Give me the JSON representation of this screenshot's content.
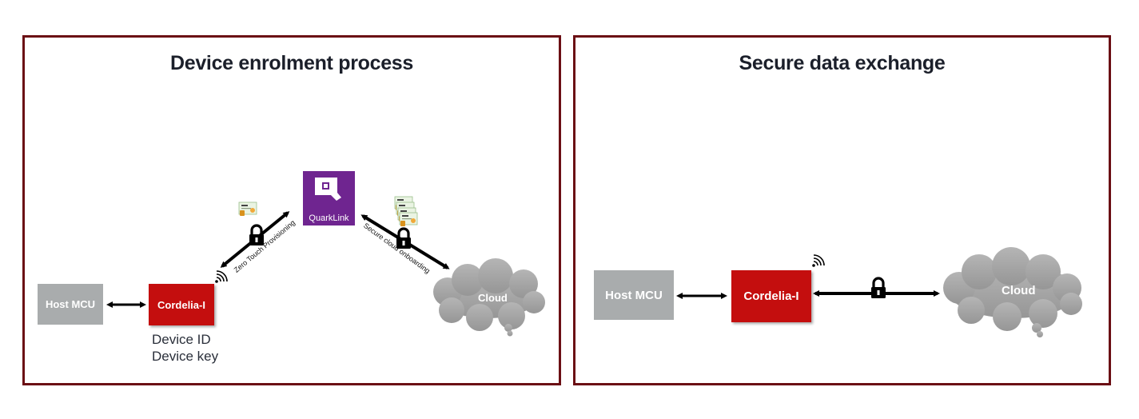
{
  "panels": {
    "enrolment": {
      "title": "Device enrolment process",
      "host_mcu": "Host MCU",
      "cordelia": "Cordelia-I",
      "quarklink": "QuarkLink",
      "cloud": "Cloud",
      "device_id": "Device ID",
      "device_key": "Device key",
      "link_ztp": "Zero Touch Provisioning",
      "link_cloud": "Secure cloud onboarding",
      "icons": [
        "lock-icon",
        "wifi-icon",
        "certificate-icon",
        "certificate-stack-icon",
        "quarklink-logo-icon"
      ]
    },
    "exchange": {
      "title": "Secure data exchange",
      "host_mcu": "Host MCU",
      "cordelia": "Cordelia-I",
      "cloud": "Cloud",
      "icons": [
        "lock-icon",
        "wifi-icon"
      ]
    }
  },
  "colors": {
    "frame": "#6b0f14",
    "cordelia": "#c40e0e",
    "host": "#a9acad",
    "quarklink": "#6f2590",
    "cloud": "#9e9e9e"
  }
}
